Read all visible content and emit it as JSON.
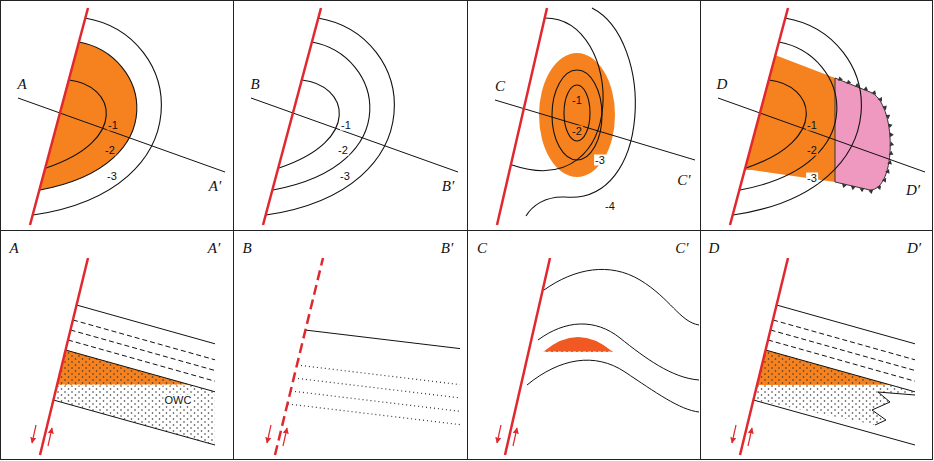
{
  "diagram": {
    "labels": [
      "A",
      "A′",
      "-1",
      "-2",
      "-3",
      "B",
      "B′",
      "-1",
      "-2",
      "-3",
      "C",
      "C′",
      "-1",
      "-2",
      "-3",
      "-4",
      "D",
      "D′",
      "-1",
      "-2",
      "-3",
      "A",
      "A′",
      "OWC",
      "B",
      "B′",
      "C",
      "C′",
      "D",
      "D′"
    ]
  }
}
